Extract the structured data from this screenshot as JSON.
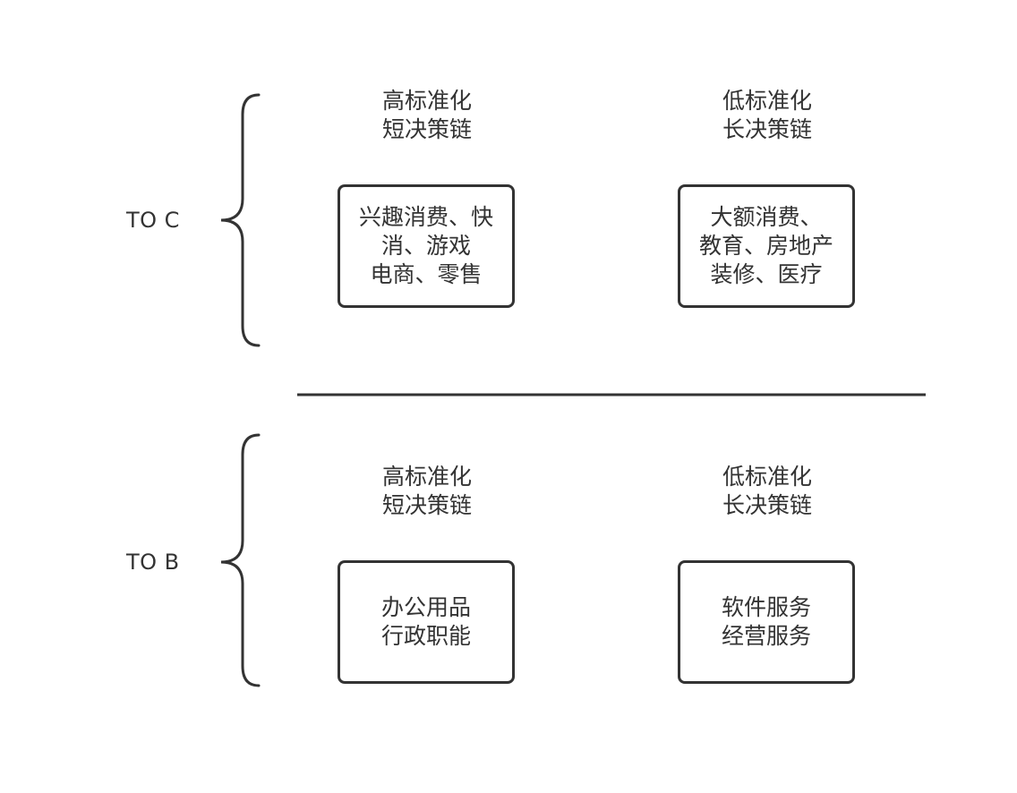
{
  "sections": [
    {
      "label": "TO C",
      "columns": [
        {
          "header": [
            "高标准化",
            "短决策链"
          ],
          "box": [
            "兴趣消费、快",
            "消、游戏",
            "电商、零售"
          ]
        },
        {
          "header": [
            "低标准化",
            "长决策链"
          ],
          "box": [
            "大额消费、",
            "教育、房地产",
            "装修、医疗"
          ]
        }
      ]
    },
    {
      "label": "TO B",
      "columns": [
        {
          "header": [
            "高标准化",
            "短决策链"
          ],
          "box": [
            "办公用品",
            "行政职能"
          ]
        },
        {
          "header": [
            "低标准化",
            "长决策链"
          ],
          "box": [
            "软件服务",
            "经营服务"
          ]
        }
      ]
    }
  ],
  "colors": {
    "stroke": "#333333",
    "text": "#333333",
    "background": "#ffffff"
  }
}
